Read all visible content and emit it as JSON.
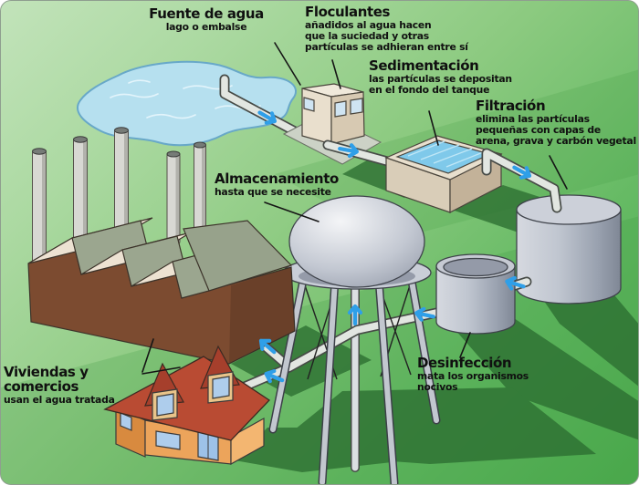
{
  "colors": {
    "background_top": "#c2e3ba",
    "background_bottom": "#4dac4e",
    "shadow_green": "#2c6e31",
    "lake_blue": "#b6e0ef",
    "water_blue": "#7fc9ea",
    "arrow_blue": "#2f9fe8",
    "pipe_gray": "#e2e6e1",
    "tank_gray": "#aab0bc",
    "factory_brown": "#7c4b30",
    "roof_red": "#b94b33",
    "house_orange": "#eca45b",
    "text": "#101010"
  },
  "labels": {
    "fuente": {
      "title": "Fuente de agua",
      "body": "lago o embalse"
    },
    "floculantes": {
      "title": "Floculantes",
      "body": "añadidos al agua hacen\nque la suciedad y otras\npartículas se adhieran entre sí"
    },
    "sedimentacion": {
      "title": "Sedimentación",
      "body": "las partículas se depositan\nen el fondo del tanque"
    },
    "filtracion": {
      "title": "Filtración",
      "body": "elimina las partículas\npequeñas con capas de\narena, grava y carbón vegetal"
    },
    "almacenamiento": {
      "title": "Almacenamiento",
      "body": "hasta que se necesite"
    },
    "desinfeccion": {
      "title": "Desinfección",
      "body": "mata los organismos\nnocivos"
    },
    "viviendas": {
      "title": "Viviendas y comercios",
      "body": "usan el agua tratada"
    }
  }
}
